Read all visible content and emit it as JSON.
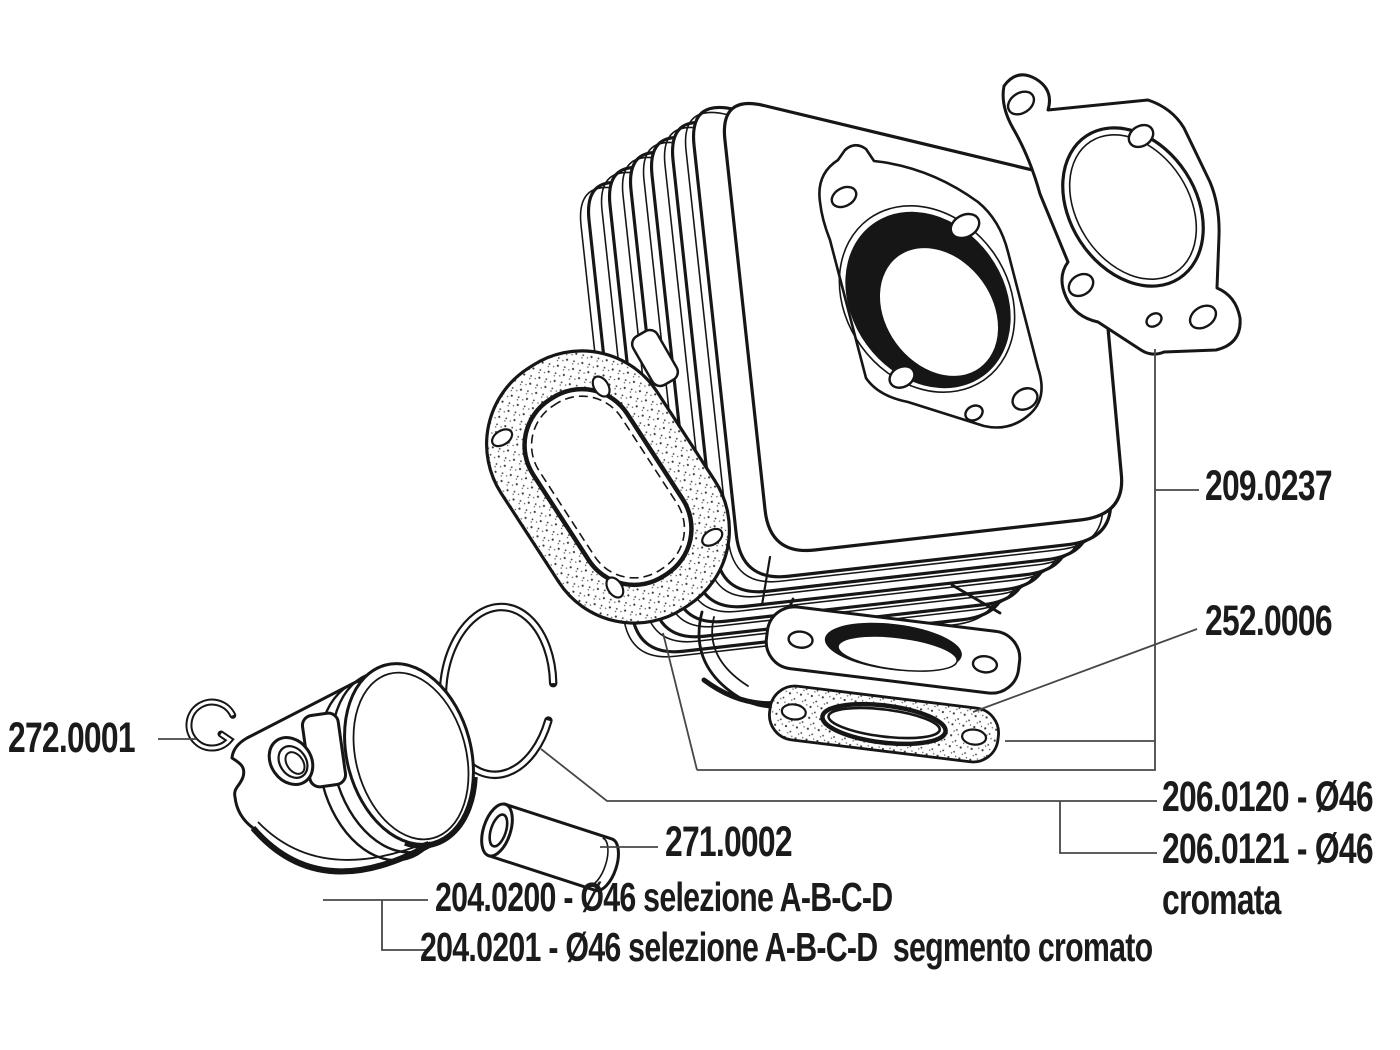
{
  "diagram": {
    "background": "#ffffff",
    "line_color": "#161616",
    "leader_color": "#474747",
    "label_color": "#1b1b1b",
    "part_labels": {
      "circlip": "272.0001",
      "gasket_set": "209.0237",
      "exhaust_gasket": "252.0006",
      "piston_ring": "206.0120 - Ø46",
      "piston_ring_chromed": "206.0121 - Ø46",
      "piston_ring_chromed_note": "cromata",
      "piston_pin": "271.0002",
      "piston_selection": "204.0200 - Ø46 selezione A-B-C-D",
      "piston_selection_chromed": "204.0201 - Ø46 selezione A-B-C-D  segmento cromato"
    }
  }
}
